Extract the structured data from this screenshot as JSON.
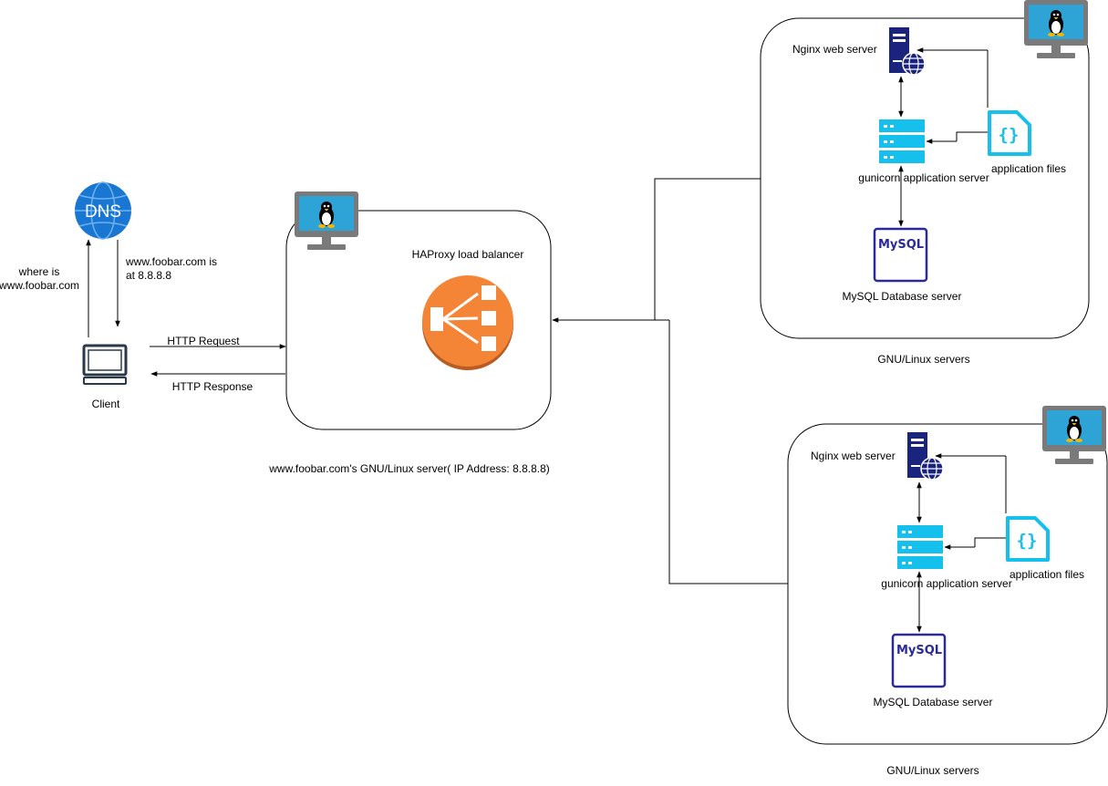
{
  "dns": {
    "label": "DNS"
  },
  "client": {
    "label": "Client"
  },
  "dns_query": {
    "line1": "where is",
    "line2": "www.foobar.com"
  },
  "dns_answer": {
    "line1": "www.foobar.com is",
    "line2": "at 8.8.8.8"
  },
  "http": {
    "request": "HTTP Request",
    "response": "HTTP Response"
  },
  "lb_server": {
    "title": "HAProxy load balancer",
    "caption": "www.foobar.com's GNU/Linux server( IP Address: 8.8.8.8)"
  },
  "app_servers": [
    {
      "nginx": "Nginx web server",
      "gunicorn": "gunicorn application server",
      "app_files": "application files",
      "mysql": "MySQL Database server",
      "mysql_logo": "MySQL",
      "caption": "GNU/Linux servers"
    },
    {
      "nginx": "Nginx web server",
      "gunicorn": "gunicorn application server",
      "app_files": "application files",
      "mysql": "MySQL Database server",
      "mysql_logo": "MySQL",
      "caption": "GNU/Linux servers"
    }
  ],
  "colors": {
    "dns_blue": "#1976d2",
    "lb_orange": "#f58536",
    "server_navy": "#1a237e",
    "gunicorn_cyan": "#16c0ed",
    "monitor_gray": "#7a7a7a",
    "screen_blue": "#2ea3d6",
    "mysql_purple": "#2a2a9a"
  }
}
